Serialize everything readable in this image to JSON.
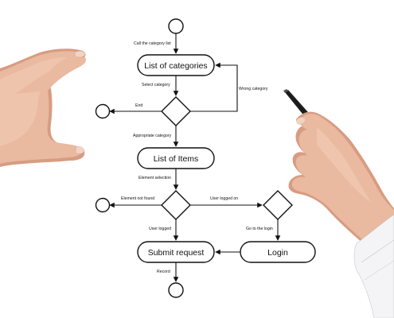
{
  "diagram": {
    "nodes": {
      "list_categories": "List of categories",
      "list_items": "List of Items",
      "submit_request": "Submit request",
      "login": "Login"
    },
    "edges": {
      "call_category_list": "Call the category list",
      "select_category": "Select category",
      "wrong_category": "Wrong category",
      "end": "End",
      "appropriate_category": "Appropriate category",
      "element_selection": "Element selection",
      "element_not_found": "Element not found",
      "user_logged_on": "User logged on",
      "user_logged": "User logged",
      "go_to_login": "Go to the login",
      "record": "Record"
    }
  },
  "icons": [
    "left-hand-icon",
    "right-hand-with-pen-icon"
  ]
}
